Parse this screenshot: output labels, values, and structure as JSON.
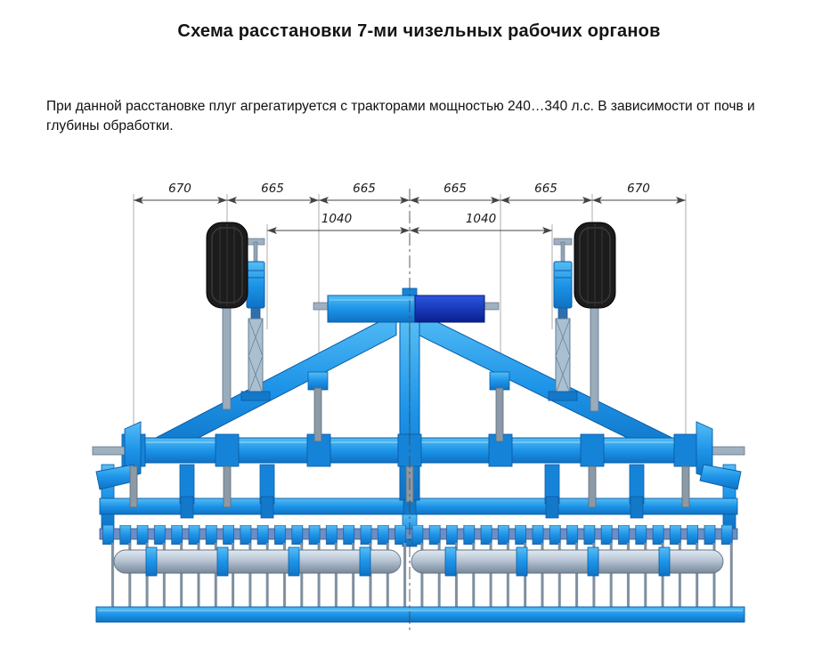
{
  "header": {
    "title": "Схема расстановки 7-ми чизельных рабочих органов"
  },
  "intro": {
    "text": "При данной расстановке плуг агрегатируется с тракторами мощностью 240…340 л.с. В зависимости от почв и глубины обработки."
  },
  "diagram": {
    "working_organs_count": 7,
    "top_dims": [
      "670",
      "665",
      "665",
      "665",
      "665",
      "670"
    ],
    "mid_dims": [
      "1040",
      "1040"
    ],
    "colors": {
      "frame_blue": "#1d94e8",
      "dark_blue": "#0d2fb5",
      "tire_black": "#1c1c1c",
      "dimension_line": "#444444"
    }
  }
}
